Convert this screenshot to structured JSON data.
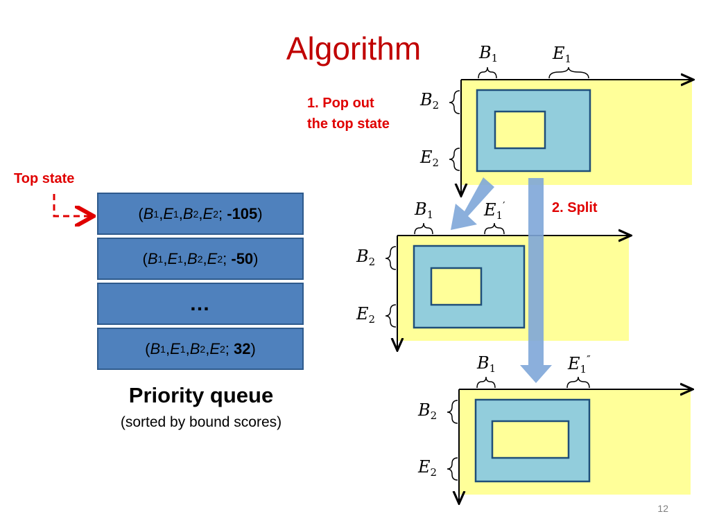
{
  "slide": {
    "title": "Algorithm",
    "page_number": "12"
  },
  "labels": {
    "step1_line1": "1. Pop out",
    "step1_line2": "the top state",
    "step2": "2. Split",
    "top_state": "Top state"
  },
  "queue": {
    "rows": [
      {
        "B1": "B",
        "B1_sub": "1",
        "E1": "E",
        "E1_sub": "1",
        "B2": "B",
        "B2_sub": "2",
        "E2": "E",
        "E2_sub": "2",
        "score": "-105"
      },
      {
        "B1": "B",
        "B1_sub": "1",
        "E1": "E",
        "E1_sub": "1",
        "B2": "B",
        "B2_sub": "2",
        "E2": "E",
        "E2_sub": "2",
        "score": "-50"
      },
      {
        "ellipsis": "…"
      },
      {
        "B1": "B",
        "B1_sub": "1",
        "E1": "E",
        "E1_sub": "1",
        "B2": "B",
        "B2_sub": "2",
        "E2": "E",
        "E2_sub": "2",
        "score": "32"
      }
    ],
    "caption": "Priority queue",
    "subcaption": "(sorted by bound scores)"
  },
  "panels": {
    "top": {
      "b1": "B",
      "b1_sub": "1",
      "e1": "E",
      "e1_sub": "1",
      "e1_prime": "",
      "b2": "B",
      "b2_sub": "2",
      "e2": "E",
      "e2_sub": "2"
    },
    "middle": {
      "b1": "B",
      "b1_sub": "1",
      "e1": "E",
      "e1_sub": "1",
      "e1_prime": "′",
      "b2": "B",
      "b2_sub": "2",
      "e2": "E",
      "e2_sub": "2"
    },
    "bottom": {
      "b1": "B",
      "b1_sub": "1",
      "e1": "E",
      "e1_sub": "1",
      "e1_prime": "″",
      "b2": "B",
      "b2_sub": "2",
      "e2": "E",
      "e2_sub": "2"
    }
  },
  "colors": {
    "title_red": "#c00000",
    "label_red": "#e00000",
    "queue_blue": "#4f81bd",
    "region_yellow": "#ffff99",
    "box_lightblue": "#92cddc",
    "box_border": "#1f4e79",
    "arrow_blue": "#7ea6d8"
  }
}
